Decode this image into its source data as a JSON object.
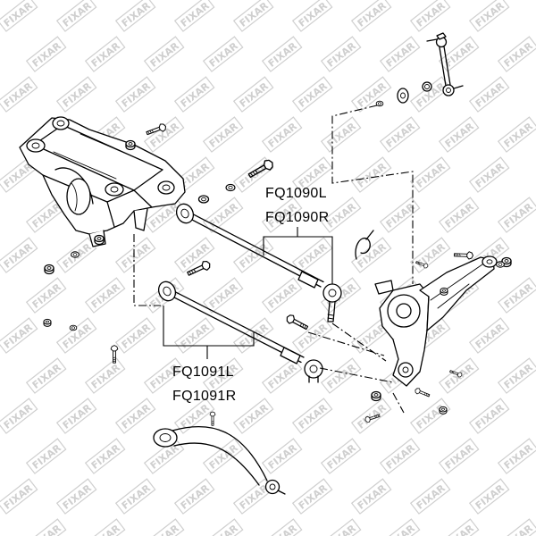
{
  "watermark": {
    "text": "FIXAR",
    "color": "#cfcfcf"
  },
  "colors": {
    "line": "#000000",
    "background": "#ffffff"
  },
  "callouts": {
    "upper_tie_rod": {
      "left": "FQ1090L",
      "right": "FQ1090R"
    },
    "lower_tie_rod": {
      "left": "FQ1091L",
      "right": "FQ1091R"
    }
  }
}
